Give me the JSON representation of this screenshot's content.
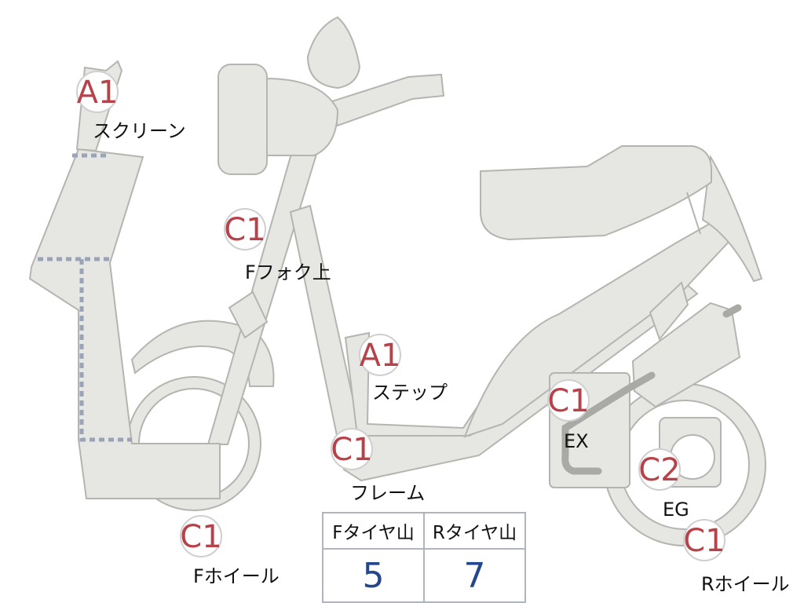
{
  "colors": {
    "badge_code": "#b7434a",
    "part_fill": "#e6e6e3",
    "part_outline": "#b4b4b0",
    "table_value": "#24468c",
    "dotted_seam": "#9aa4b4"
  },
  "badges": [
    {
      "id": "screen",
      "code": "A1",
      "label": "スクリーン"
    },
    {
      "id": "fork-upper",
      "code": "C1",
      "label": "Fフォク上"
    },
    {
      "id": "step",
      "code": "A1",
      "label": "ステップ"
    },
    {
      "id": "frame",
      "code": "C1",
      "label": "フレーム"
    },
    {
      "id": "exhaust",
      "code": "C1",
      "label": "EX"
    },
    {
      "id": "engine",
      "code": "C2",
      "label": "EG"
    },
    {
      "id": "front-wheel",
      "code": "C1",
      "label": "Fホイール"
    },
    {
      "id": "rear-wheel",
      "code": "C1",
      "label": "Rホイール"
    }
  ],
  "tread_table": {
    "headers": [
      "Fタイヤ山",
      "Rタイヤ山"
    ],
    "values": [
      "5",
      "7"
    ]
  }
}
